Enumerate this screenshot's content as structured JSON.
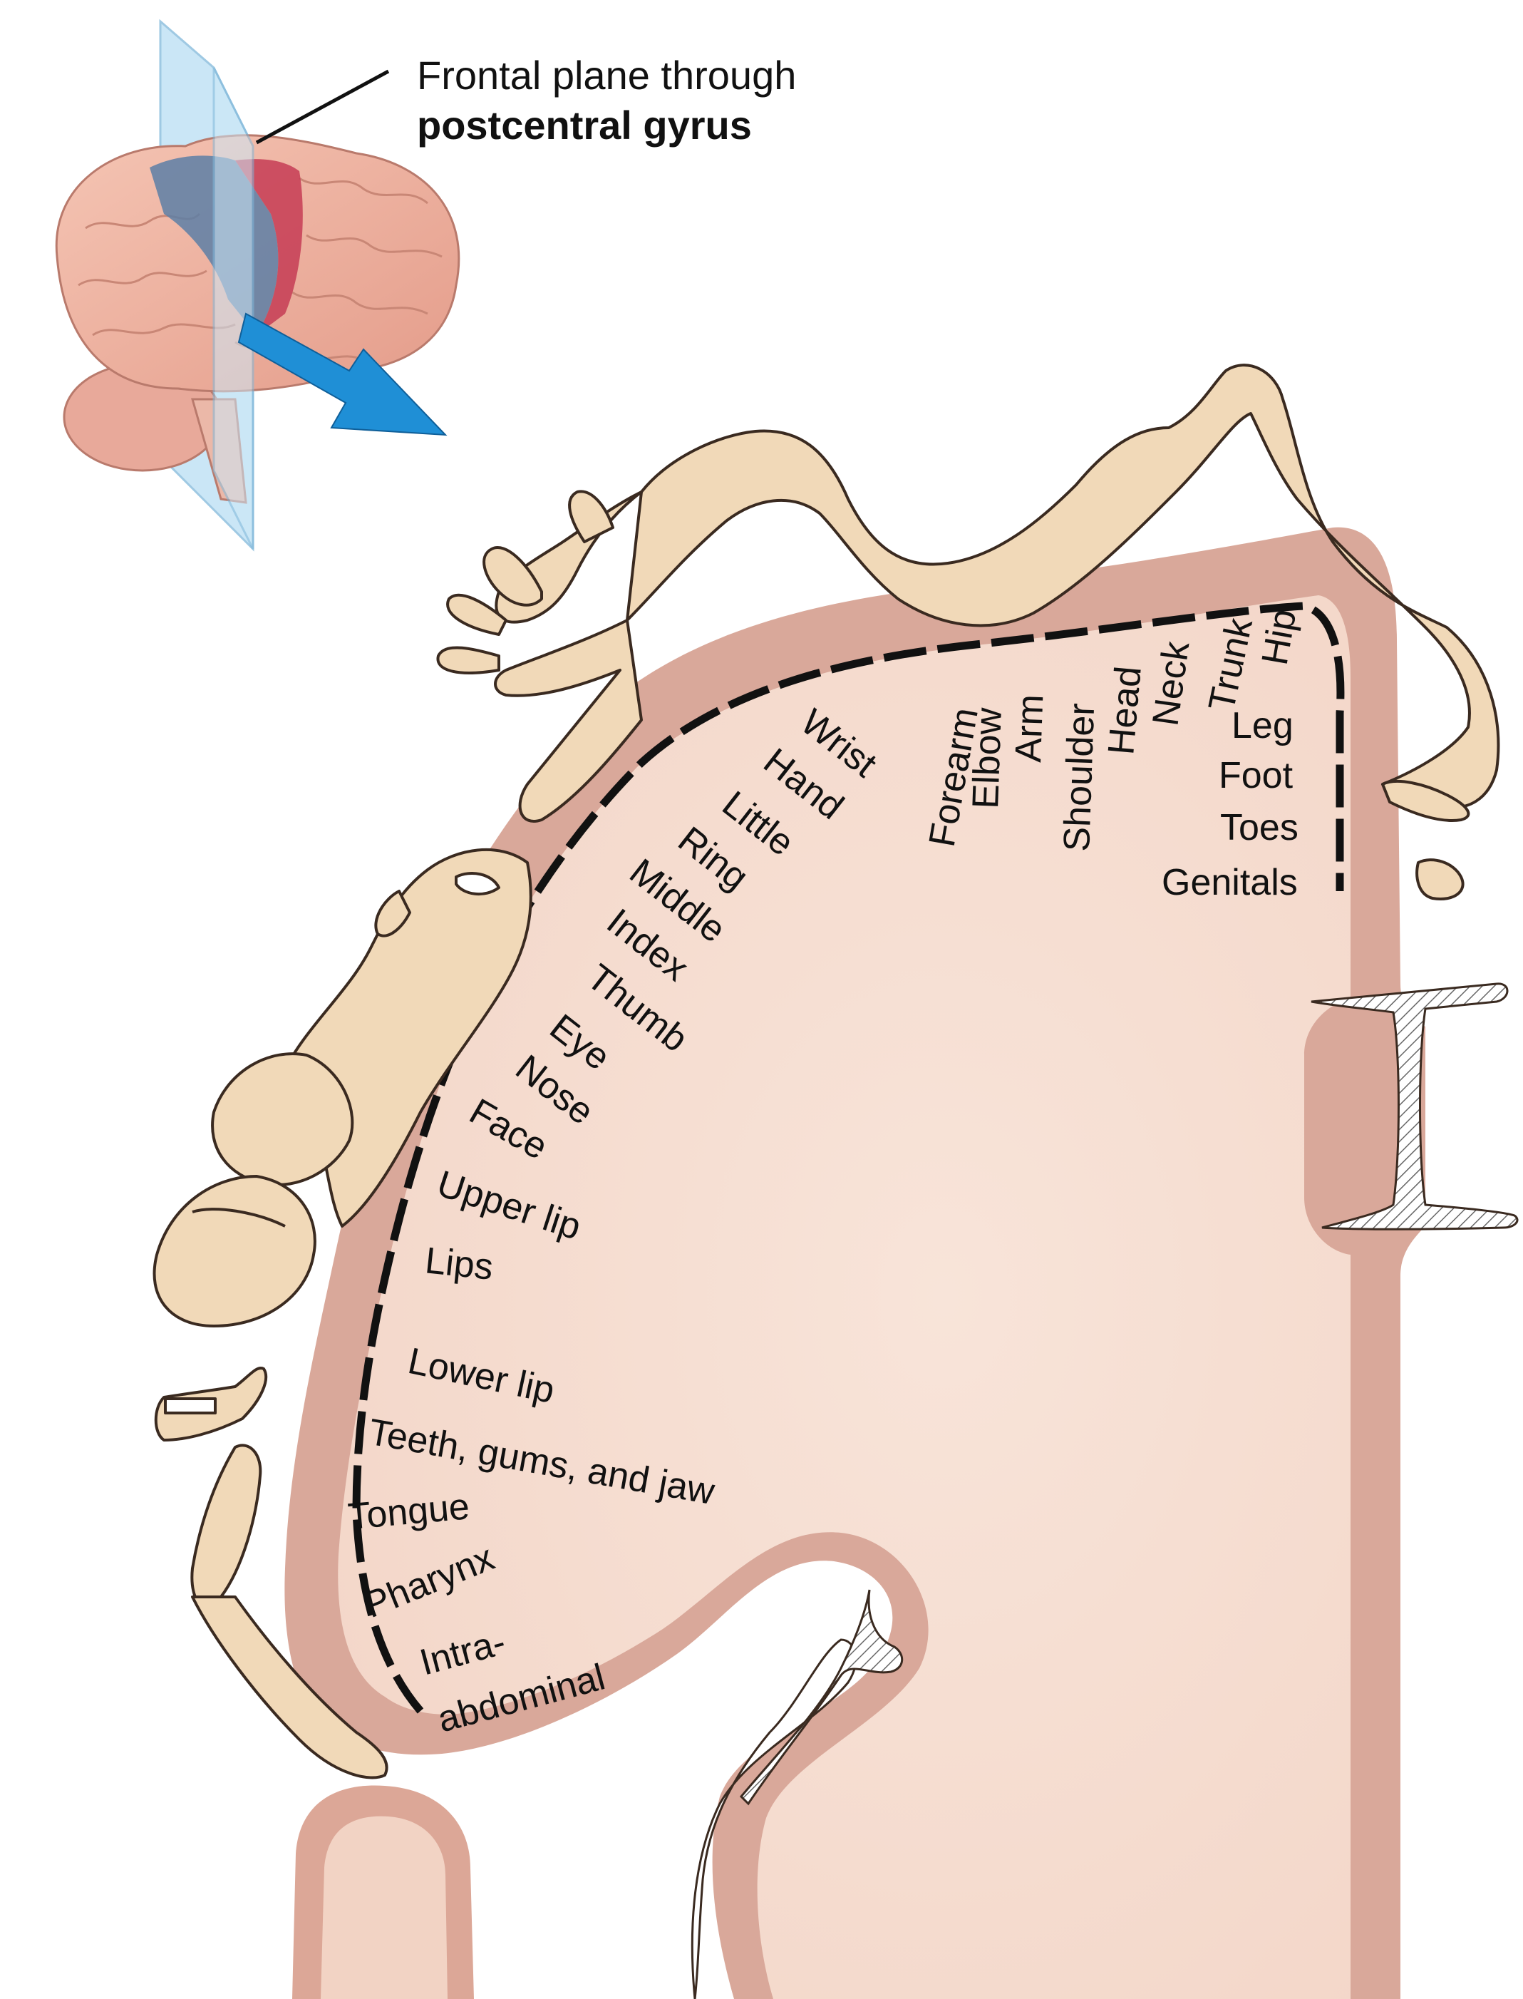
{
  "callout": {
    "line1": "Frontal plane through",
    "line2": "postcentral gyrus"
  },
  "labels": {
    "wrist": "Wrist",
    "forearm": "Forearm",
    "elbow": "Elbow",
    "arm": "Arm",
    "shoulder": "Shoulder",
    "head": "Head",
    "neck": "Neck",
    "trunk": "Trunk",
    "hip": "Hip",
    "leg": "Leg",
    "foot": "Foot",
    "toes": "Toes",
    "genitals": "Genitals",
    "hand": "Hand",
    "little": "Little",
    "ring": "Ring",
    "middle": "Middle",
    "index": "Index",
    "thumb": "Thumb",
    "eye": "Eye",
    "nose": "Nose",
    "face": "Face",
    "upper_lip": "Upper lip",
    "lips": "Lips",
    "lower_lip": "Lower lip",
    "teeth": "Teeth, gums, and jaw",
    "tongue": "Tongue",
    "pharynx": "Pharynx",
    "intra": "Intra-",
    "abdominal": "abdominal"
  },
  "colors": {
    "cortex": "#d9a89a",
    "white_matter": "#f6ddd1",
    "homunculus": "#f1d9b8",
    "outline": "#3a2a20",
    "plane": "#8ec9ea",
    "arrow": "#1f8fd6",
    "brain": "#f0b2a4"
  }
}
